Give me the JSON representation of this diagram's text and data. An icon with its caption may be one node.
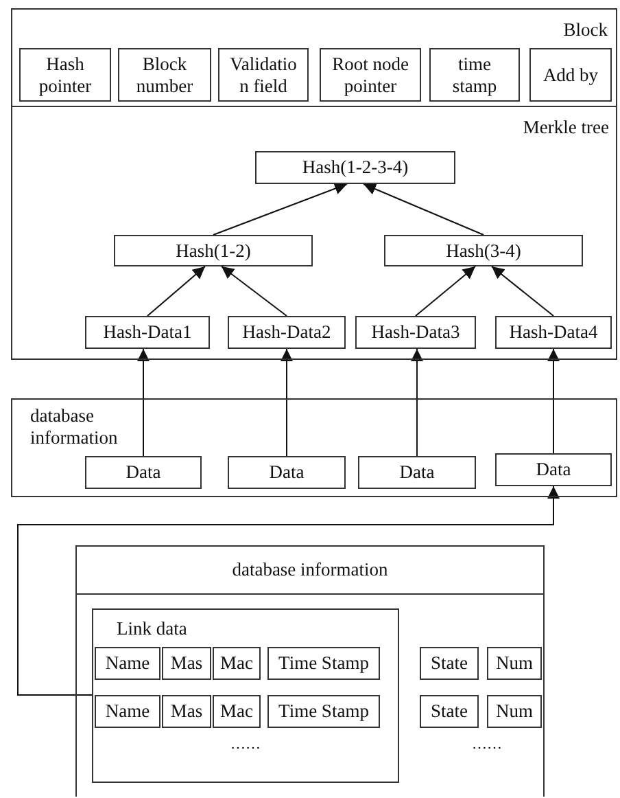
{
  "diagram": {
    "nodes": [
      {
        "text": [
          "Block"
        ]
      },
      {
        "text": [
          "Hash pointer"
        ],
        "in": 0
      },
      {
        "text": [
          "Block number"
        ],
        "in": 0
      },
      {
        "text": [
          "Validatio n field"
        ],
        "in": 0
      },
      {
        "text": [
          "Root node pointer"
        ],
        "in": 0
      },
      {
        "text": [
          "time stamp"
        ],
        "in": 0
      },
      {
        "text": [
          "Add by"
        ],
        "in": 0
      },
      {
        "text": [
          "Merkle tree"
        ],
        "in": 0
      },
      {
        "text": [
          "Hash(1-2-3-4)"
        ],
        "in": 7
      },
      {
        "text": [
          "Hash(1-2)"
        ],
        "in": 7
      },
      {
        "text": [
          "Hash(3-4)"
        ],
        "in": 7
      },
      {
        "text": [
          "Hash-Data1"
        ],
        "in": 7
      },
      {
        "text": [
          "Hash-Data2"
        ],
        "in": 7
      },
      {
        "text": [
          "Hash-Data3"
        ],
        "in": 7
      },
      {
        "text": [
          "Hash-Data4"
        ],
        "in": 7
      },
      {
        "text": [
          "database information"
        ]
      },
      {
        "text": [
          "Data"
        ],
        "in": 15
      },
      {
        "text": [
          "Data"
        ],
        "in": 15
      },
      {
        "text": [
          "Data"
        ],
        "in": 15
      },
      {
        "text": [
          "Data"
        ],
        "in": 15
      },
      {
        "text": [
          "database information"
        ]
      },
      {
        "text": [
          "Link data"
        ],
        "in": 20
      },
      {
        "text": [
          "Name"
        ],
        "in": 21
      },
      {
        "text": [
          "Mas"
        ],
        "in": 21
      },
      {
        "text": [
          "Mac"
        ],
        "in": 21
      },
      {
        "text": [
          "Time Stamp"
        ],
        "in": 21
      },
      {
        "text": [
          "Name"
        ],
        "in": 21
      },
      {
        "text": [
          "Mas"
        ],
        "in": 21
      },
      {
        "text": [
          "Mac"
        ],
        "in": 21
      },
      {
        "text": [
          "Time Stamp"
        ],
        "in": 21
      },
      {
        "text": [
          "State"
        ],
        "in": 20
      },
      {
        "text": [
          "Num"
        ],
        "in": 20
      },
      {
        "text": [
          "State"
        ],
        "in": 20
      },
      {
        "text": [
          "Num"
        ],
        "in": 20
      }
    ],
    "edges": [
      {
        "from": 9,
        "to": 8,
        "arrow": "to"
      },
      {
        "from": 10,
        "to": 8,
        "arrow": "to"
      },
      {
        "from": 11,
        "to": 9,
        "arrow": "to"
      },
      {
        "from": 12,
        "to": 9,
        "arrow": "to"
      },
      {
        "from": 13,
        "to": 10,
        "arrow": "to"
      },
      {
        "from": 14,
        "to": 10,
        "arrow": "to"
      },
      {
        "from": 16,
        "to": 11,
        "arrow": "to"
      },
      {
        "from": 17,
        "to": 12,
        "arrow": "to"
      },
      {
        "from": 18,
        "to": 13,
        "arrow": "to"
      },
      {
        "from": 19,
        "to": 14,
        "arrow": "to"
      },
      {
        "from": 21,
        "to": 19,
        "arrow": "to"
      }
    ],
    "labels": [
      "……",
      "……"
    ]
  }
}
